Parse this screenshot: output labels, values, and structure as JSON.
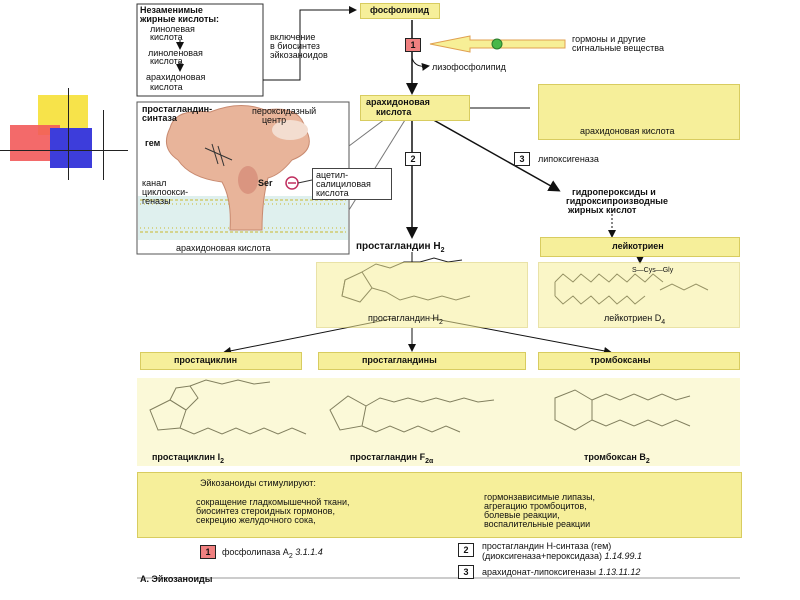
{
  "fatty_acids": {
    "title_line1": "Незаменимые",
    "title_line2": "жирные кислоты:",
    "item1": "линолевая",
    "item1b": "кислота",
    "item2": "линоленовая",
    "item2b": "кислота",
    "item3": "арахидоновая",
    "item3b": "кислота"
  },
  "inclusion_note": {
    "line1": "включение",
    "line2": "в биосинтез",
    "line3": "эйкозаноидов"
  },
  "phospholipid": "фосфолипид",
  "hormones": {
    "line1": "гормоны и другие",
    "line2": "сигнальные вещества"
  },
  "lysophospholipid": "лизофосфолипид",
  "arachidonic_main": {
    "line1": "арахидоновая",
    "line2": "кислота"
  },
  "arachidonic_struct_label": "арахидоновая кислота",
  "synthase": {
    "title_line1": "простагландин-",
    "title_line2": "синтаза",
    "peroxidase_line1": "пероксидазный",
    "peroxidase_line2": "центр",
    "heme": "гем",
    "channel_line1": "канал",
    "channel_line2": "циклоокси-",
    "channel_line3": "геназы",
    "ser": "Ser",
    "aspirin_line1": "ацетил-",
    "aspirin_line2": "салициловая",
    "aspirin_line3": "кислота",
    "bottom_label": "арахидоновая кислота"
  },
  "lipoxygenase": "липоксигеназа",
  "hydroperoxides": {
    "line1": "гидропероксиды и",
    "line2": "гидроксипроизводные",
    "line3": "жирных кислот"
  },
  "pgh2": "простагландин H",
  "pgh2_sub": "2",
  "leukotriene": "лейкотриен",
  "pgh2_struct": "простагландин H",
  "pgh2_struct_sub": "2",
  "ltd4": "лейкотриен D",
  "ltd4_sub": "4",
  "ltd4_group": "S—Cys—Gly",
  "classes": {
    "prostacyclin": "простациклин",
    "prostaglandins": "простагландины",
    "thromboxanes": "тромбоксаны"
  },
  "structures": {
    "pgi2": "простациклин I",
    "pgi2_sub": "2",
    "pgf2a": "простагландин F",
    "pgf2a_sub": "2α",
    "txb2": "тромбоксан B",
    "txb2_sub": "2"
  },
  "effects": {
    "title": "Эйкозаноиды стимулируют:",
    "left1": "сокращение гладкомышечной ткани,",
    "left2": "биосинтез стероидных гормонов,",
    "left3": "секрецию желудочного сока,",
    "right1": "гормонзависимые липазы,",
    "right2": "агрегацию тромбоцитов,",
    "right3": "болевые реакции,",
    "right4": "воспалительные реакции"
  },
  "enzymes": {
    "n1": "1",
    "e1": "фосфолипаза A",
    "e1_sub": "2",
    "e1_ec": "3.1.1.4",
    "n2": "2",
    "e2_line1": "простагландин H-синтаза (гем)",
    "e2_line2": "(диоксигеназа+пероксидаза)",
    "e2_ec": "1.14.99.1",
    "n3": "3",
    "e3": "арахидонат-липоксигеназы",
    "e3_ec": "1.13.11.12"
  },
  "figure_caption": "А. Эйкозаноиды",
  "step_numbers": {
    "s1": "1",
    "s2": "2",
    "s3": "3"
  },
  "colors": {
    "yellow": "#f6ef9a",
    "enzyme_pink": "#e8b49a",
    "red_box": "#f08080",
    "accent_green": "#48b848"
  }
}
